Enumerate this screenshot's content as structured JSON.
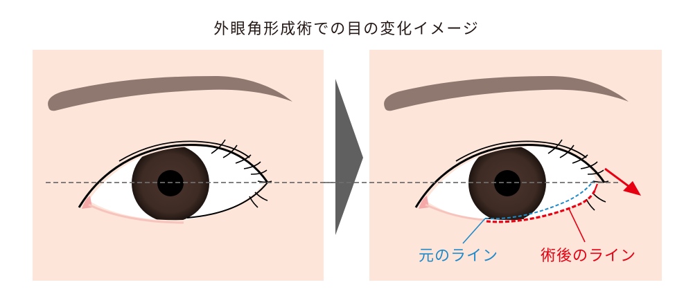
{
  "title": "外眼角形成術での目の変化イメージ",
  "labels": {
    "original_line": "元のライン",
    "postop_line": "術後のライン"
  },
  "colors": {
    "skin": "#fde5da",
    "eyebrow": "#8e7870",
    "iris": "#3e2b24",
    "pupil": "#000000",
    "arrow_gray": "#606060",
    "original_line": "#1f8ac9",
    "postop_line": "#e60012",
    "caruncle": "#f4a9a8"
  },
  "panels": [
    {
      "name": "before"
    },
    {
      "name": "after"
    }
  ]
}
